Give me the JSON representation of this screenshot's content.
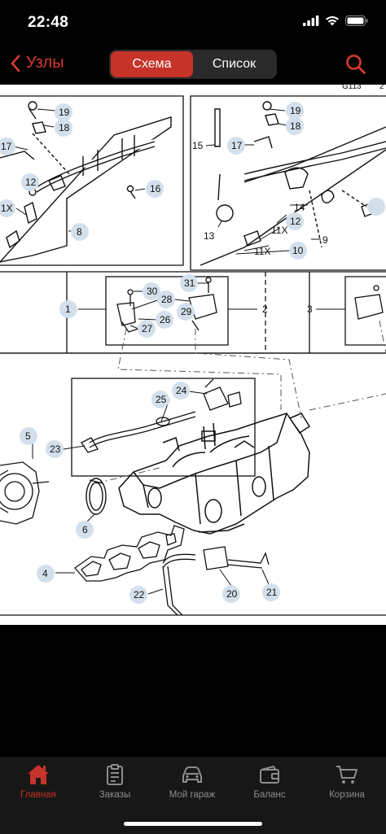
{
  "status": {
    "time": "22:48"
  },
  "nav": {
    "back_label": "Узлы",
    "segments": [
      {
        "label": "Схема",
        "active": true
      },
      {
        "label": "Список",
        "active": false
      }
    ]
  },
  "diagram": {
    "ref_codes": [
      "G113",
      "2"
    ],
    "part_numbers": [
      "19",
      "18",
      "17",
      "12",
      "1X",
      "16",
      "8",
      "15",
      "19",
      "18",
      "17",
      "13",
      "14",
      "12",
      "11X",
      "10",
      "11X",
      "9",
      "1",
      "30",
      "31",
      "28",
      "29",
      "26",
      "27",
      "2",
      "3",
      "24",
      "25",
      "23",
      "5",
      "6",
      "4",
      "22",
      "20",
      "21"
    ]
  },
  "tabbar": {
    "items": [
      {
        "label": "Главная",
        "icon": "home-icon",
        "active": true
      },
      {
        "label": "Заказы",
        "icon": "orders-icon",
        "active": false
      },
      {
        "label": "Мой гараж",
        "icon": "car-icon",
        "active": false
      },
      {
        "label": "Баланс",
        "icon": "wallet-icon",
        "active": false
      },
      {
        "label": "Корзина",
        "icon": "cart-icon",
        "active": false
      }
    ]
  },
  "colors": {
    "accent": "#c63328",
    "background": "#000000",
    "tabbar": "#171717",
    "inactive": "#8d8d8d",
    "callout": "#d3e0ec"
  }
}
